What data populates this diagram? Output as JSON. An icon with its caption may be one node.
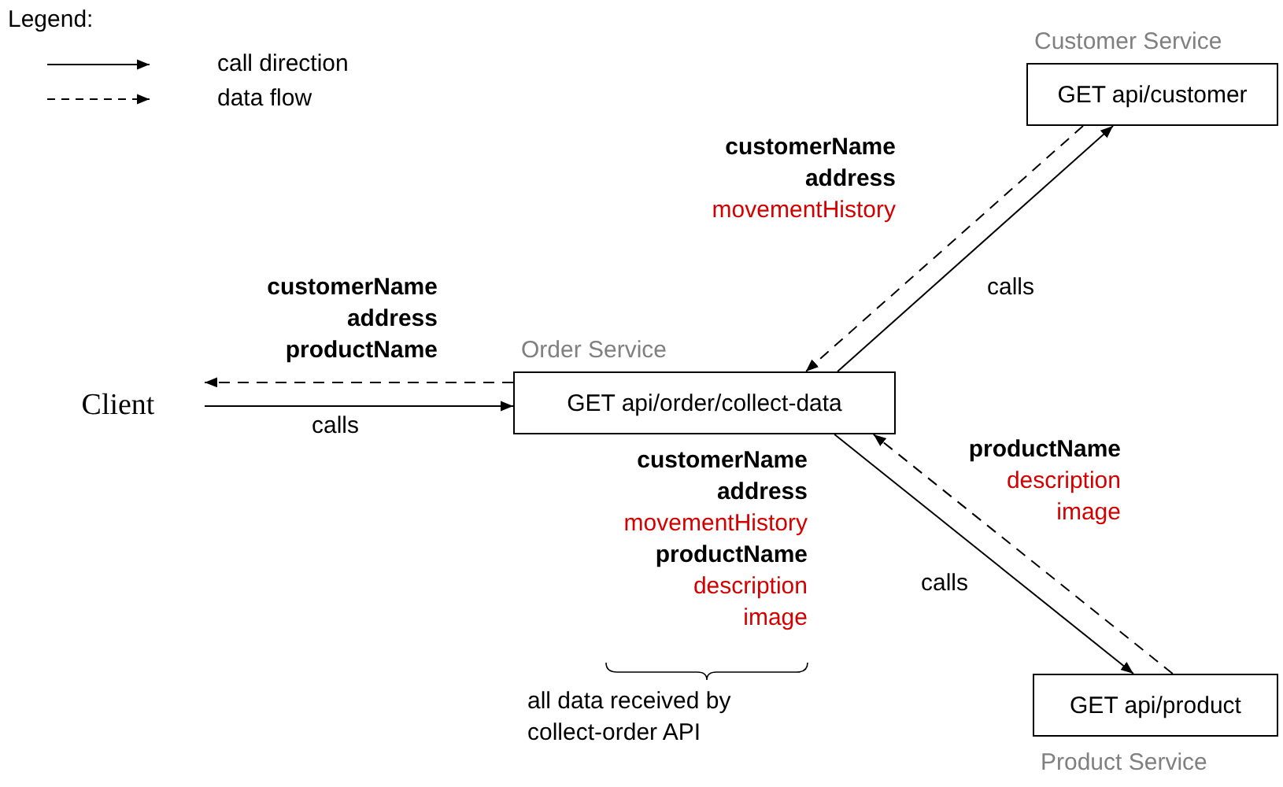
{
  "diagram": {
    "nodes": [
      {
        "text": [
          "Client"
        ]
      },
      {
        "text": [
          "Order Service",
          "GET api/order/collect-data"
        ]
      },
      {
        "text": [
          "Customer Service",
          "GET api/customer"
        ]
      },
      {
        "text": [
          "GET api/product",
          "Product Service"
        ]
      }
    ],
    "edges": [
      {
        "from": 0,
        "to": 1,
        "arrow": "to",
        "label": "calls"
      },
      {
        "from": 1,
        "to": 0,
        "arrow": "to",
        "style": "dashed"
      },
      {
        "from": 1,
        "to": 2,
        "arrow": "to",
        "label": "calls"
      },
      {
        "from": 2,
        "to": 1,
        "arrow": "to",
        "style": "dashed"
      },
      {
        "from": 1,
        "to": 3,
        "arrow": "to",
        "label": "calls"
      },
      {
        "from": 3,
        "to": 1,
        "arrow": "to",
        "style": "dashed"
      }
    ],
    "labels": [
      "Legend:",
      "customerName",
      "address",
      "movementHistory",
      "customerName",
      "address",
      "productName",
      "customerName",
      "address",
      "movementHistory",
      "productName",
      "description",
      "image",
      "productName",
      "description",
      "image",
      "all data received by collect-order API"
    ],
    "legend": [
      {
        "text": "call direction"
      },
      {
        "text": "data flow"
      }
    ]
  }
}
